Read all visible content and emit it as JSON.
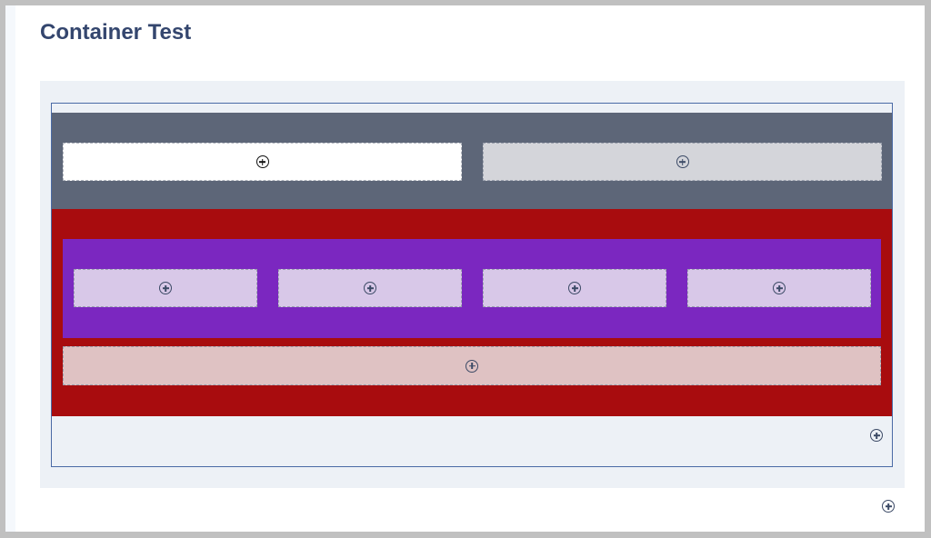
{
  "page": {
    "title": "Container Test"
  },
  "colors": {
    "frame": "#c0c0c0",
    "title": "#34466e",
    "section_bg": "#edf1f6",
    "container_border": "#4a6aa5",
    "gray_band": "#5d6678",
    "red_band": "#a80c0e",
    "purple_panel": "#7b27c0",
    "white_box": "#ffffff",
    "gray_box": "#d4d5da",
    "lavender_box": "#d8c8e8",
    "pink_box": "#dfc2c3"
  },
  "icons": {
    "add": "plus-circle-icon"
  },
  "gray_row": {
    "boxes": [
      {
        "name": "white-drop-zone",
        "icon": "plus-circle-icon"
      },
      {
        "name": "gray-drop-zone",
        "icon": "plus-circle-icon"
      }
    ]
  },
  "red_band": {
    "purple_row": {
      "boxes": [
        {
          "name": "lavender-drop-zone-1",
          "icon": "plus-circle-icon"
        },
        {
          "name": "lavender-drop-zone-2",
          "icon": "plus-circle-icon"
        },
        {
          "name": "lavender-drop-zone-3",
          "icon": "plus-circle-icon"
        },
        {
          "name": "lavender-drop-zone-4",
          "icon": "plus-circle-icon"
        }
      ]
    },
    "pink_box": {
      "name": "pink-drop-zone",
      "icon": "plus-circle-icon"
    }
  },
  "container_add": {
    "icon": "plus-circle-icon"
  },
  "page_add": {
    "icon": "plus-circle-icon"
  }
}
